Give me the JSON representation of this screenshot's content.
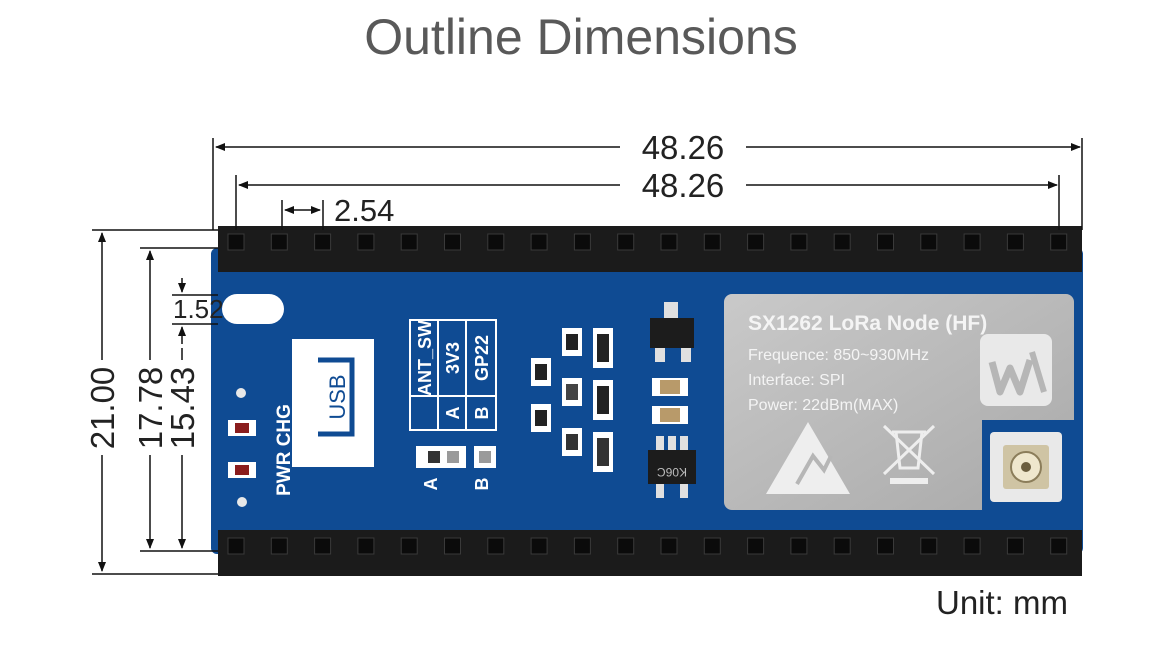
{
  "title": "Outline Dimensions",
  "unit_label": "Unit: mm",
  "dimensions": {
    "overall_width": "48.26",
    "pin_span": "48.26",
    "pin_pitch": "2.54",
    "hole_offset": "1.52",
    "board_height": "21.00",
    "row_spacing": "17.78",
    "inner_height": "15.43"
  },
  "board": {
    "usb_label": "USB",
    "led_label": "PWR CHG",
    "ant_sw_label": "ANT_SW",
    "col_3v3": "3V3",
    "col_gp22": "GP22",
    "row_a": "A",
    "row_b": "B",
    "pad_a": "A",
    "pad_b": "B",
    "ic_marking": "K06C",
    "module_name": "SX1262 LoRa Node (HF)",
    "frequence": "Frequence: 850~930MHz",
    "interface": "Interface: SPI",
    "power": "Power: 22dBm(MAX)",
    "pcb_color": "#0f4b93",
    "header_color": "#1b1b1b",
    "shield_color": "#b6b6b6"
  }
}
